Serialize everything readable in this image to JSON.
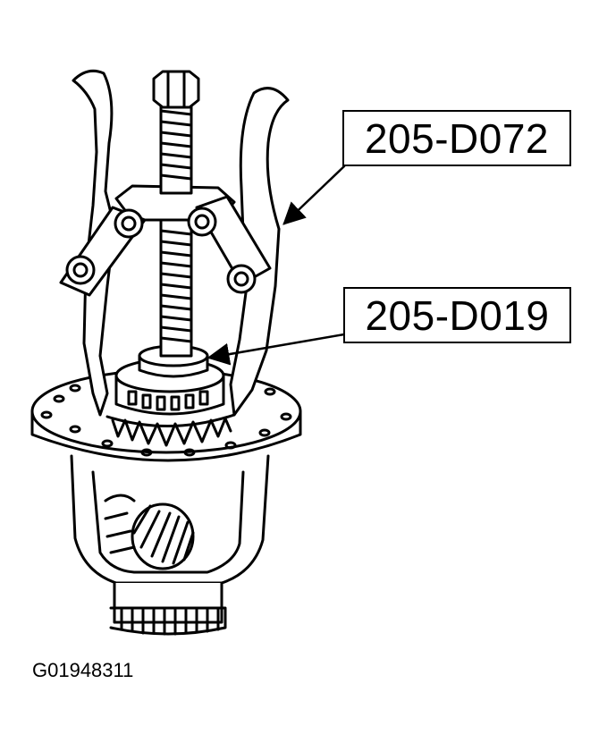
{
  "callouts": [
    {
      "label": "205-D072"
    },
    {
      "label": "205-D019"
    }
  ],
  "figure_id": "G01948311"
}
